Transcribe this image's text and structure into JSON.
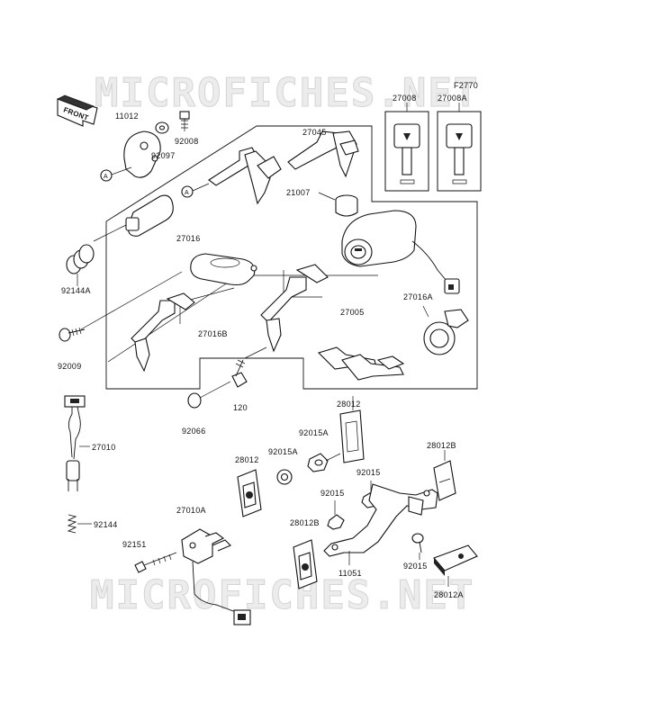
{
  "watermark": {
    "top": "MICROFICHES.NET",
    "bottom": "MICROFICHES.NET"
  },
  "figure_code": "F2770",
  "front_label": "FRONT",
  "ref_marker": "A",
  "labels": {
    "p11012": "11012",
    "p92008": "92008",
    "p92097": "92097",
    "p27045": "27045",
    "p27008": "27008",
    "p27008A": "27008A",
    "p21007": "21007",
    "p27016": "27016",
    "p92144A": "92144A",
    "p27016B": "27016B",
    "p27005": "27005",
    "p27016A": "27016A",
    "p92009": "92009",
    "p120": "120",
    "p92066": "92066",
    "p28012_top": "28012",
    "p92015A_top": "92015A",
    "p27010": "27010",
    "p28012_mid": "28012",
    "p92015A_mid": "92015A",
    "p28012B_right": "28012B",
    "p92015_right": "92015",
    "p92015_mid": "92015",
    "p27010A": "27010A",
    "p92144": "92144",
    "p28012B_low": "28012B",
    "p92151": "92151",
    "p11051": "11051",
    "p92015_low": "92015",
    "p28012A": "28012A"
  }
}
